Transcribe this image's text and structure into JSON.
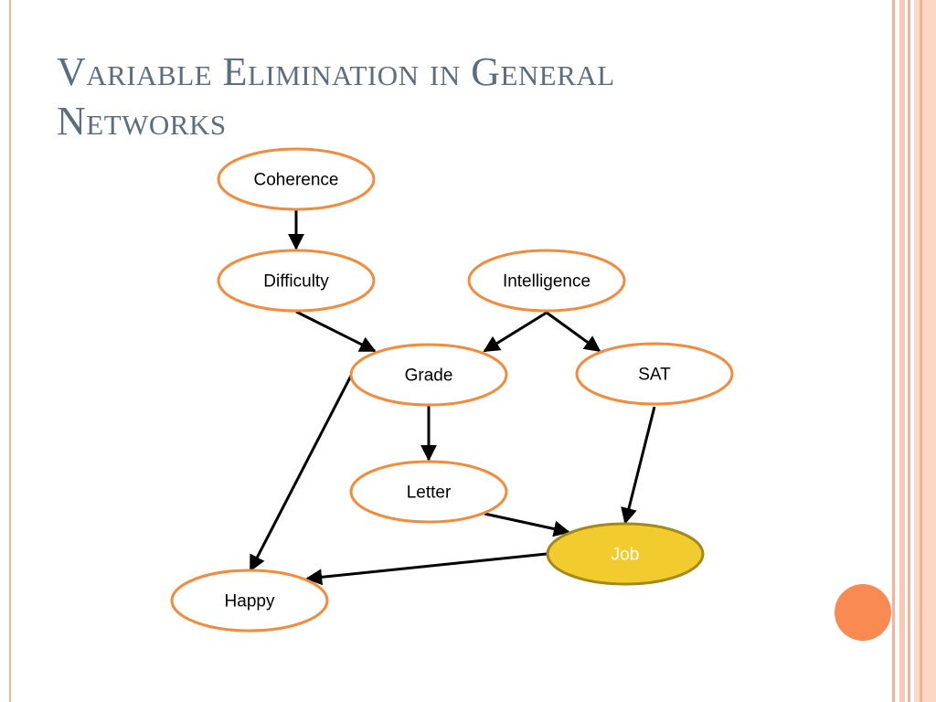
{
  "slide": {
    "title_lines": [
      "Variable Elimination in General",
      "Networks"
    ]
  },
  "diagram": {
    "nodes": {
      "coherence": "Coherence",
      "difficulty": "Difficulty",
      "intelligence": "Intelligence",
      "grade": "Grade",
      "sat": "SAT",
      "letter": "Letter",
      "job": "Job",
      "happy": "Happy"
    },
    "edges": [
      [
        "Coherence",
        "Difficulty"
      ],
      [
        "Difficulty",
        "Grade"
      ],
      [
        "Intelligence",
        "Grade"
      ],
      [
        "Intelligence",
        "SAT"
      ],
      [
        "Grade",
        "Letter"
      ],
      [
        "Grade",
        "Happy"
      ],
      [
        "SAT",
        "Job"
      ],
      [
        "Letter",
        "Job"
      ],
      [
        "Job",
        "Happy"
      ]
    ],
    "highlighted_node": "Job"
  },
  "colors": {
    "title": "#5b6e80",
    "node_border": "#f28b3c",
    "node_fill": "#ffffff",
    "highlight_fill": "#f2cc2e",
    "highlight_border": "#a38a1a",
    "highlight_text": "#ffffff",
    "edge": "#000000",
    "accent_dot": "#f98a52",
    "side_rules": "#f3b29a"
  }
}
